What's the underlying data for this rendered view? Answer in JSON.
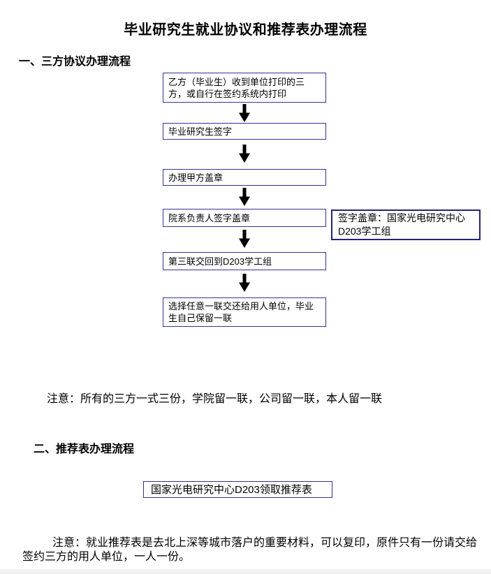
{
  "page": {
    "title": "毕业研究生就业协议和推荐表办理流程"
  },
  "colors": {
    "background": "#ffffff",
    "text": "#000000",
    "flow_box_border": "#33339b",
    "side_box_border": "#232377",
    "arrow": "#000000",
    "bottom_strip": "#f0f0f0"
  },
  "icons": {
    "down_arrow": "⬇"
  },
  "section1": {
    "heading": "一、三方协议办理流程",
    "steps": [
      "乙方（毕业生）收到单位打印的三方，或自行在签约系统内打印",
      "毕业研究生签字",
      "办理甲方盖章",
      "院系负责人签字盖章",
      "第三联交回到D203学工组",
      "选择任意一联交还给用人单位，毕业生自己保留一联"
    ],
    "side_note": "签字盖章：国家光电研究中心D203学工组",
    "note": "注意：所有的三方一式三份，学院留一联，公司留一联，本人留一联"
  },
  "section2": {
    "heading": "二、推荐表办理流程",
    "steps": [
      "国家光电研究中心D203领取推荐表"
    ],
    "note": "注意：就业推荐表是去北上深等城市落户的重要材料，可以复印，原件只有一份请交给签约三方的用人单位，一人一份。"
  }
}
